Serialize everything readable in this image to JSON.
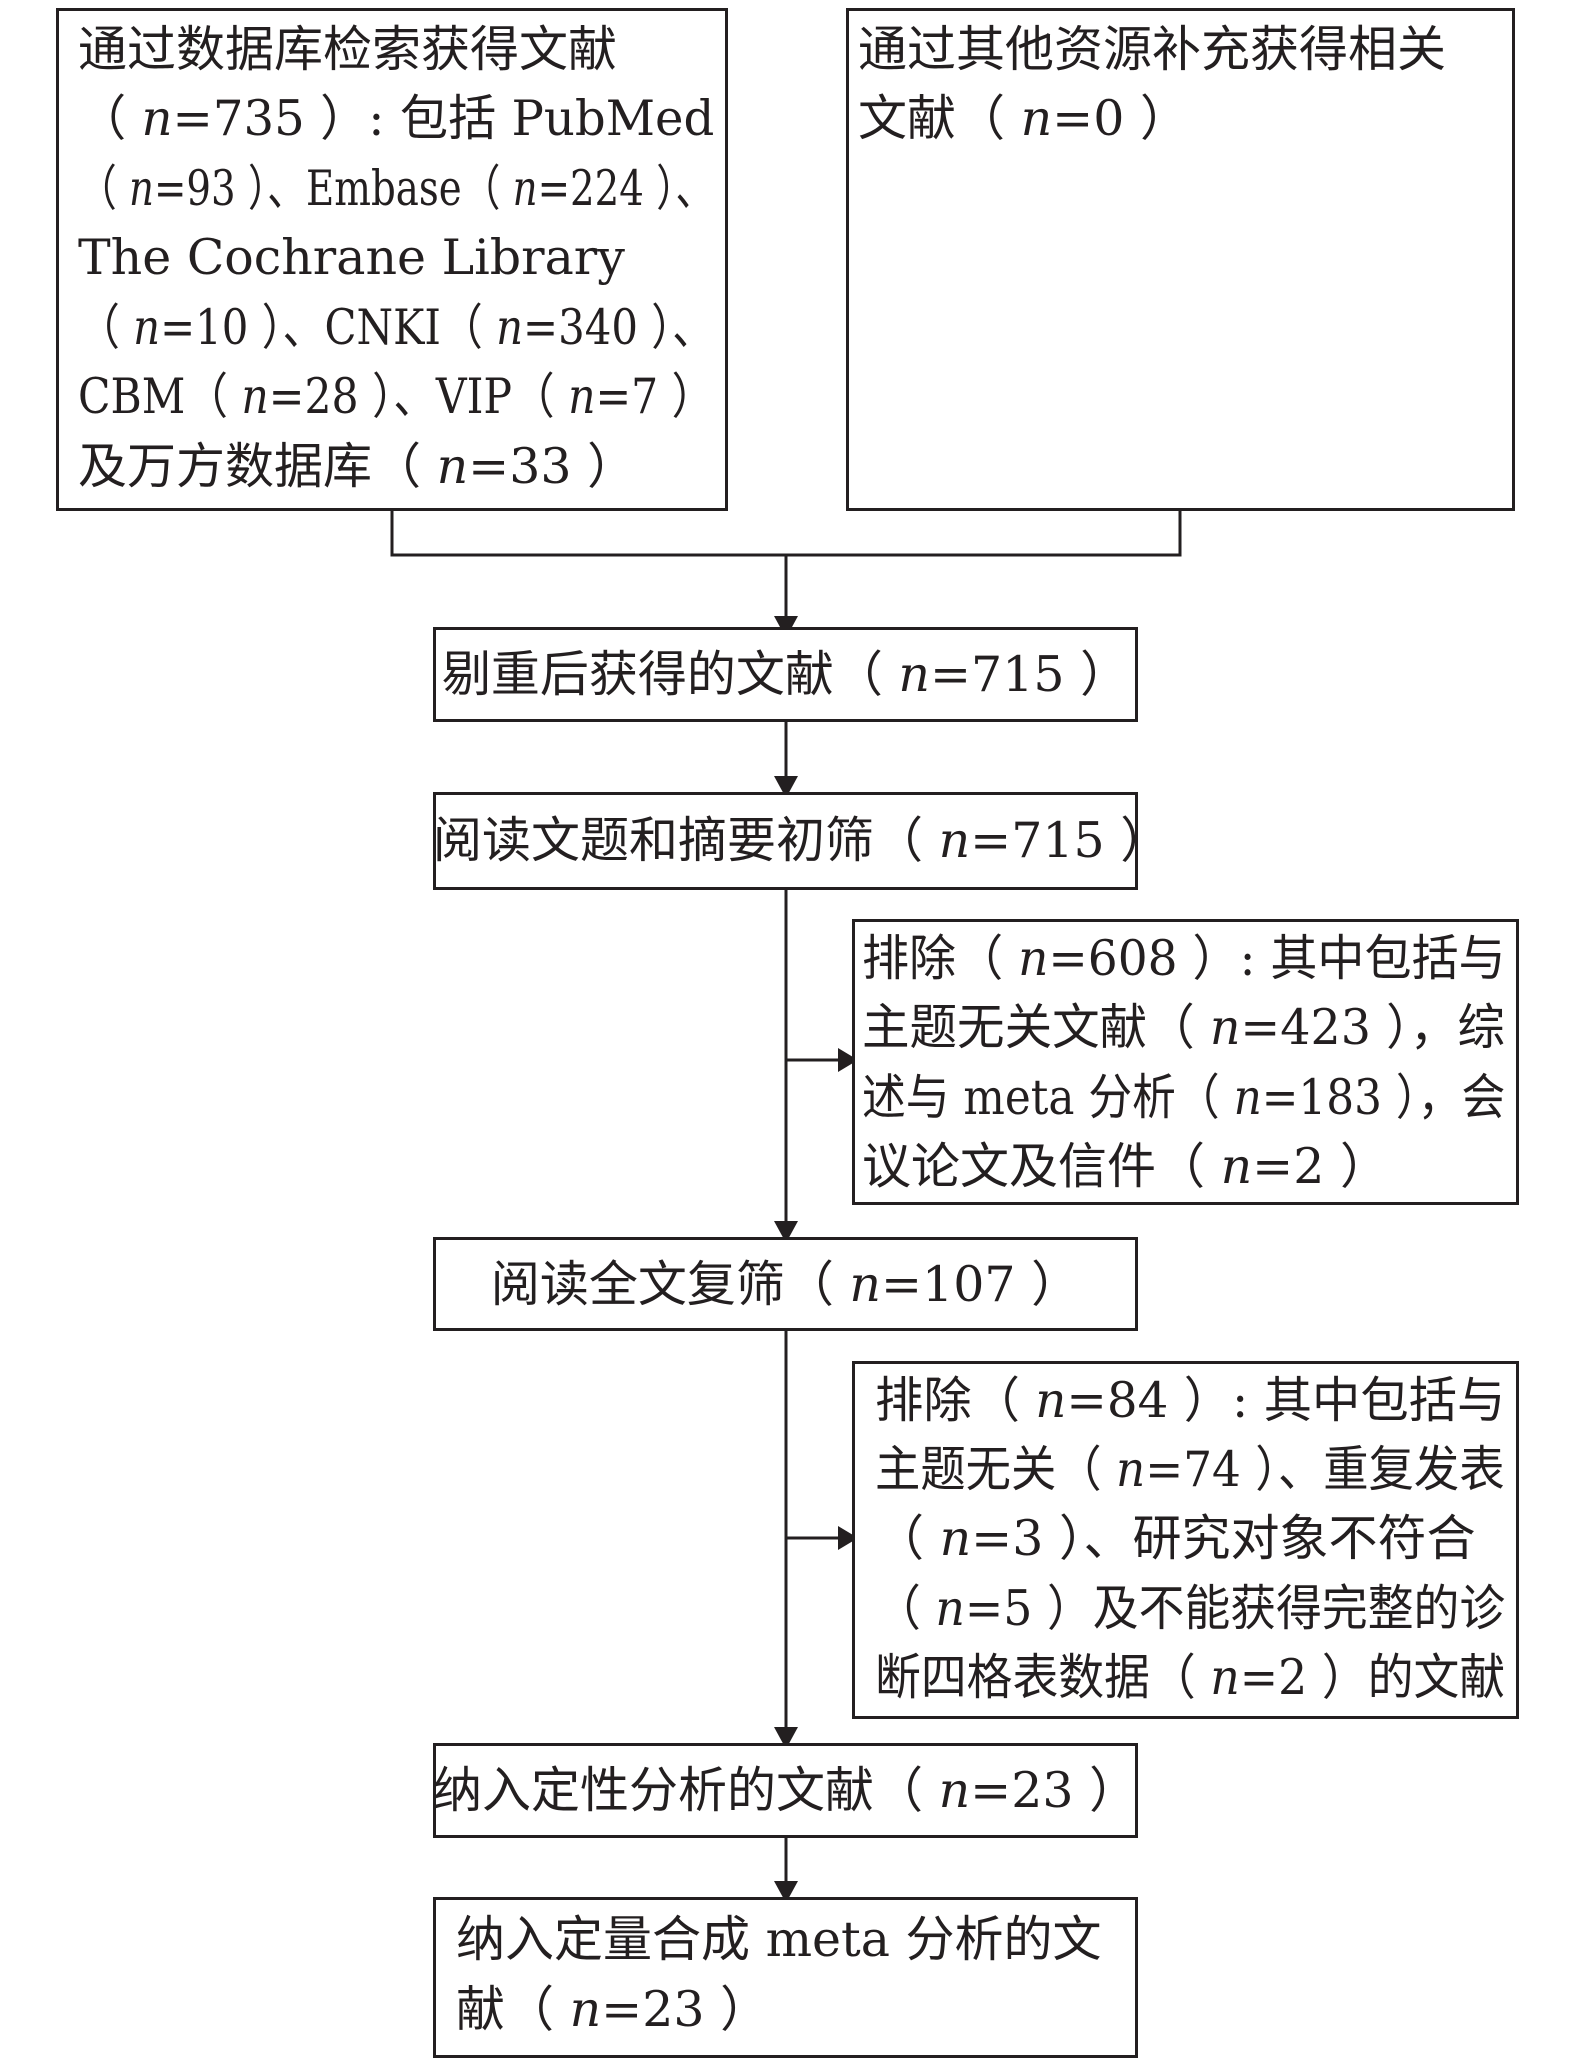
{
  "flow": {
    "source_db": [
      "通过数据库检索获得文献",
      "（ n=735 ）: 包括 PubMed",
      "（ n=93 ）、Embase（ n=224 ）、",
      "The Cochrane Library",
      "（ n=10 ）、CNKI（ n=340 ）、",
      "CBM（ n=28 ）、VIP（ n=7 ）",
      "及万方数据库（ n=33 ）"
    ],
    "source_other": [
      "通过其他资源补充获得相关",
      "文献（ n=0 ）"
    ],
    "dedup": "剔重后获得的文献（ n=715 ）",
    "title_screen": "阅读文题和摘要初筛（ n=715 ）",
    "exclude1": [
      "排除（ n=608 ）: 其中包括与",
      "主题无关文献（ n=423 ），综",
      "述与 meta 分析（ n=183 ），会",
      "议论文及信件（ n=2 ）"
    ],
    "fulltext_screen": "阅读全文复筛（ n=107 ）",
    "exclude2": [
      "排除（ n=84 ）: 其中包括与",
      "主题无关（ n=74 ）、重复发表",
      "（ n=3 ）、研究对象不符合",
      "（ n=5 ）及不能获得完整的诊",
      "断四格表数据（ n=2 ）的文献"
    ],
    "qualitative": "纳入定性分析的文献（ n=23 ）",
    "quantitative": [
      "纳入定量合成 meta 分析的文",
      "献（ n=23 ）"
    ]
  }
}
